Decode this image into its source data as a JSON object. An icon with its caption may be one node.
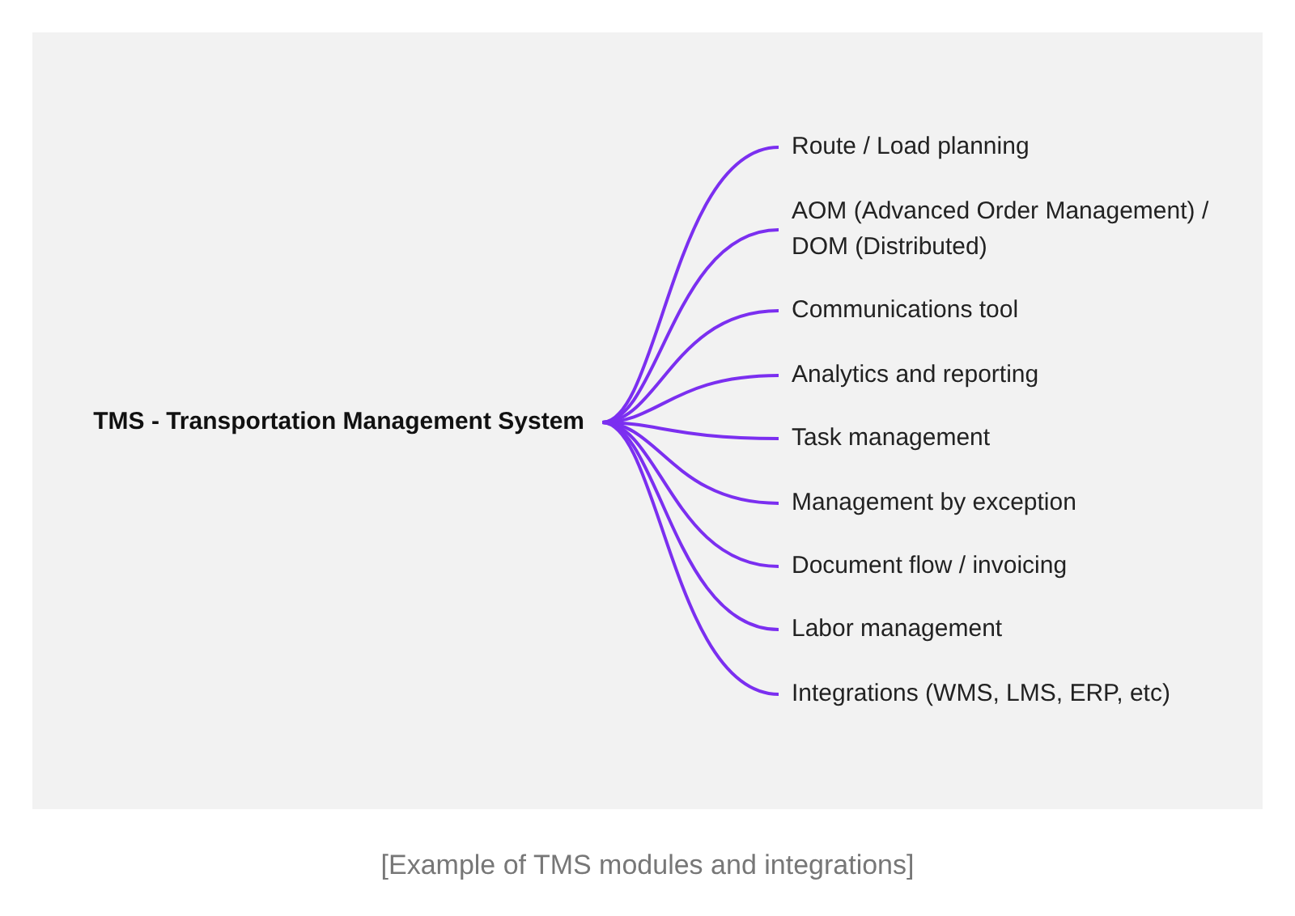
{
  "diagram": {
    "caption": "[Example of TMS modules and integrations]",
    "nodes": [
      {
        "text": [
          "TMS - Transportation Management System"
        ]
      },
      {
        "text": [
          "Route / Load planning"
        ]
      },
      {
        "text": [
          "AOM (Advanced Order Management) / DOM (Distributed)"
        ]
      },
      {
        "text": [
          "Communications tool"
        ]
      },
      {
        "text": [
          "Analytics and reporting"
        ]
      },
      {
        "text": [
          "Task management"
        ]
      },
      {
        "text": [
          "Management by exception"
        ]
      },
      {
        "text": [
          "Document flow / invoicing"
        ]
      },
      {
        "text": [
          "Labor management"
        ]
      },
      {
        "text": [
          "Integrations (WMS, LMS, ERP, etc)"
        ]
      }
    ],
    "edges": [
      {
        "from": 0,
        "to": 1,
        "arrow": "none"
      },
      {
        "from": 0,
        "to": 2,
        "arrow": "none"
      },
      {
        "from": 0,
        "to": 3,
        "arrow": "none"
      },
      {
        "from": 0,
        "to": 4,
        "arrow": "none"
      },
      {
        "from": 0,
        "to": 5,
        "arrow": "none"
      },
      {
        "from": 0,
        "to": 6,
        "arrow": "none"
      },
      {
        "from": 0,
        "to": 7,
        "arrow": "none"
      },
      {
        "from": 0,
        "to": 8,
        "arrow": "none"
      },
      {
        "from": 0,
        "to": 9,
        "arrow": "none"
      }
    ]
  }
}
